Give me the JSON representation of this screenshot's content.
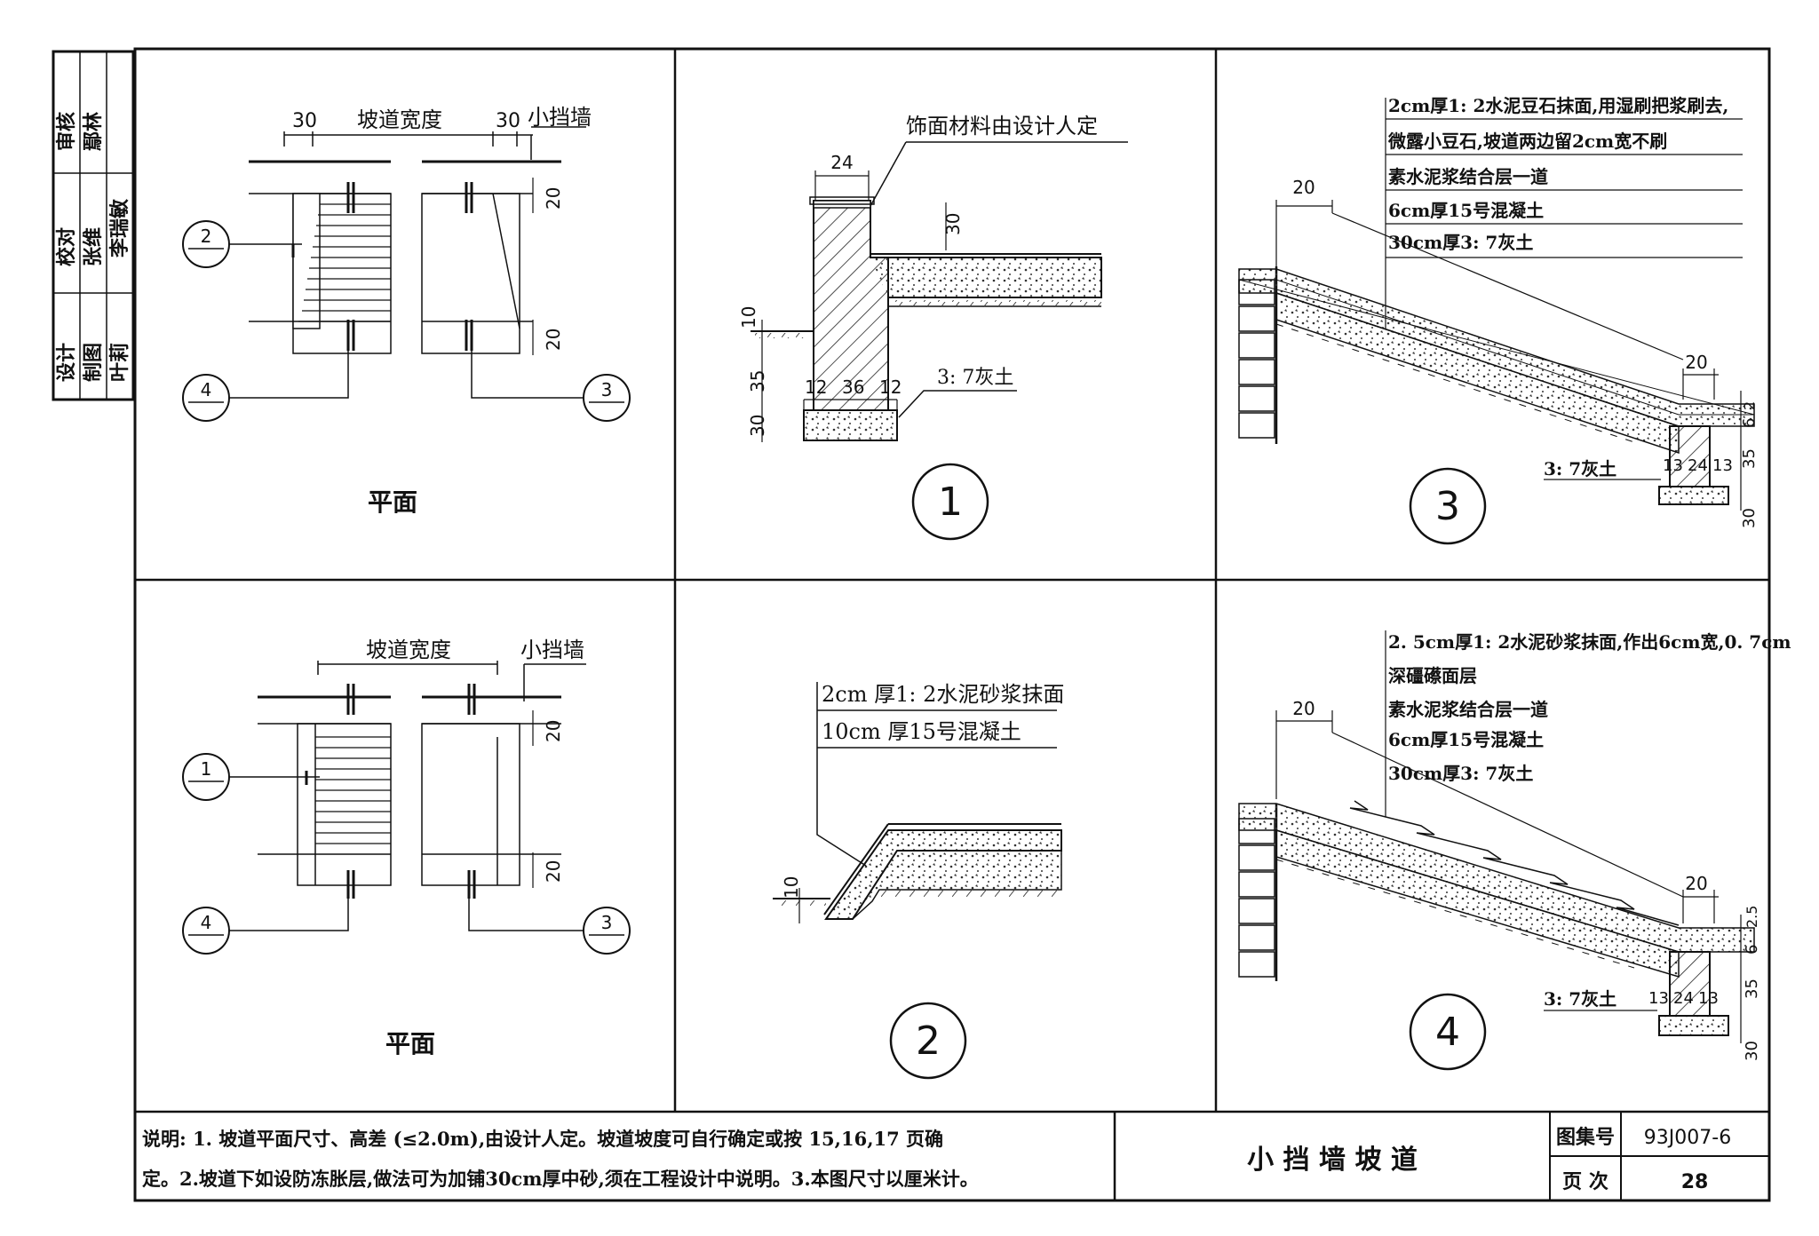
{
  "title_block": {
    "rows": [
      {
        "label": "审核",
        "name": "鄢林"
      },
      {
        "label": "校对",
        "name": "张维"
      },
      {
        "label": "设计",
        "name": "李瑞敏"
      },
      {
        "label": "制图",
        "name": "叶莉"
      }
    ]
  },
  "panels": {
    "plan_a": {
      "title": "平面",
      "width_label": "坡道宽度",
      "wall_label": "小挡墙",
      "dim_left": "30",
      "dim_right": "30",
      "dim_top": "20",
      "dim_bottom": "20",
      "callouts": [
        "2",
        "4",
        "3"
      ]
    },
    "detail_1": {
      "number": "1",
      "finish_note": "饰面材料由设计人定",
      "dim_24": "24",
      "dim_30_top": "30",
      "dim_10": "10",
      "dim_35": "35",
      "dim_30_bottom": "30",
      "dim_12a": "12",
      "dim_36": "36",
      "dim_12b": "12",
      "lime_soil": "3: 7灰土"
    },
    "detail_3": {
      "number": "3",
      "notes": [
        "2cm厚1: 2水泥豆石抹面,用湿刷把浆刷去,",
        "微露小豆石,坡道两边留2cm宽不刷",
        "素水泥浆结合层一道",
        "6cm厚15号混凝土",
        "30cm厚3: 7灰土"
      ],
      "dim_20_top": "20",
      "dim_20_right": "20",
      "dim_2": "2",
      "dim_6": "6",
      "dim_13a": "13",
      "dim_24": "24",
      "dim_13b": "13",
      "dim_35": "35",
      "dim_30": "30",
      "lime_soil": "3: 7灰土"
    },
    "plan_b": {
      "title": "平面",
      "width_label": "坡道宽度",
      "wall_label": "小挡墙",
      "dim_top": "20",
      "dim_bottom": "20",
      "callouts": [
        "1",
        "4",
        "3"
      ]
    },
    "detail_2": {
      "number": "2",
      "notes": [
        "2cm 厚1: 2水泥砂浆抹面",
        "10cm 厚15号混凝土"
      ],
      "dim_10": "10"
    },
    "detail_4": {
      "number": "4",
      "notes": [
        "2. 5cm厚1: 2水泥砂浆抹面,作出6cm宽,0. 7cm",
        "深礓礤面层",
        "素水泥浆结合层一道",
        "6cm厚15号混凝土",
        "30cm厚3: 7灰土"
      ],
      "dim_20_top": "20",
      "dim_20_right": "20",
      "dim_25": "2.5",
      "dim_6": "6",
      "dim_13a": "13",
      "dim_24": "24",
      "dim_13b": "13",
      "dim_35": "35",
      "dim_30": "30",
      "lime_soil": "3: 7灰土"
    }
  },
  "footer": {
    "note_line1": "说明: 1. 坡道平面尺寸、高差 (≤2.0m),由设计人定。坡道坡度可自行确定或按 15,16,17 页确",
    "note_line2": "定。2.坡道下如设防冻胀层,做法可为加铺30cm厚中砂,须在工程设计中说明。3.本图尺寸以厘米计。",
    "drawing_title": "小 挡 墙 坡 道",
    "atlas_label": "图集号",
    "atlas_value": "93J007-6",
    "page_label": "页  次",
    "page_value": "28"
  }
}
